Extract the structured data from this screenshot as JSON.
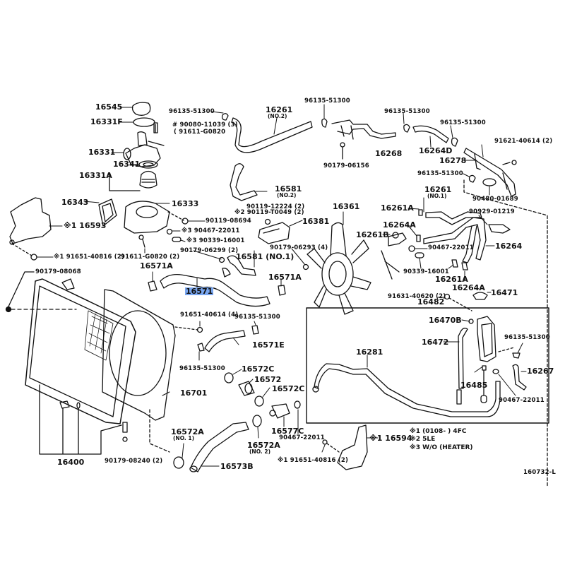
{
  "diagram": {
    "highlight_color": "#7aa7f0",
    "drawing_code": "160732-L",
    "highlighted_part": "16571",
    "labels": [
      {
        "id": "p16545",
        "text": "16545"
      },
      {
        "id": "p16331F",
        "text": "16331F"
      },
      {
        "id": "p16331",
        "text": "16331"
      },
      {
        "id": "p16341",
        "text": "16341"
      },
      {
        "id": "p16331A",
        "text": "16331A"
      },
      {
        "id": "p96135_a",
        "text": "96135-51300"
      },
      {
        "id": "p90080",
        "text": "# 90080-11039 (3)"
      },
      {
        "id": "p91611a",
        "text": "( 91611-G0820"
      },
      {
        "id": "p16261_2",
        "text": "16261"
      },
      {
        "id": "p16261_2n",
        "text": "(NO.2)"
      },
      {
        "id": "p96135_b",
        "text": "96135-51300"
      },
      {
        "id": "p16268",
        "text": "16268"
      },
      {
        "id": "p90179_06156",
        "text": "90179-06156"
      },
      {
        "id": "p96135_c",
        "text": "96135-51300"
      },
      {
        "id": "p96135_d",
        "text": "96135-51300"
      },
      {
        "id": "p16264D",
        "text": "16264D"
      },
      {
        "id": "p91621",
        "text": "91621-40614 (2)"
      },
      {
        "id": "p16278",
        "text": "16278"
      },
      {
        "id": "p96135_e",
        "text": "96135-51300"
      },
      {
        "id": "p90480",
        "text": "90480-01689"
      },
      {
        "id": "p16581_2",
        "text": "16581"
      },
      {
        "id": "p16581_2n",
        "text": "(NO.2)"
      },
      {
        "id": "p16343",
        "text": "16343"
      },
      {
        "id": "p16333",
        "text": "16333"
      },
      {
        "id": "p16593",
        "text": "※1 16593"
      },
      {
        "id": "p90119_08694",
        "text": "90119-08694"
      },
      {
        "id": "p90119_12224",
        "text": "90119-12224 (2)"
      },
      {
        "id": "p90119_T0049",
        "text": "※2 90119-T0049 (2)"
      },
      {
        "id": "p16381",
        "text": "16381"
      },
      {
        "id": "p16361",
        "text": "16361"
      },
      {
        "id": "p16261_1",
        "text": "16261"
      },
      {
        "id": "p16261_1n",
        "text": "(NO.1)"
      },
      {
        "id": "p16261A_a",
        "text": "16261A"
      },
      {
        "id": "p90929",
        "text": "90929-01219"
      },
      {
        "id": "p16264A_a",
        "text": "16264A"
      },
      {
        "id": "p16261B",
        "text": "16261B"
      },
      {
        "id": "p90467_a",
        "text": "90467-22011"
      },
      {
        "id": "p16264",
        "text": "16264"
      },
      {
        "id": "p90467_b",
        "text": "※3 90467-22011"
      },
      {
        "id": "p90339_a",
        "text": "※3 90339-16001"
      },
      {
        "id": "p91651_40816a",
        "text": "※1 91651-40816 (2)"
      },
      {
        "id": "p91611b",
        "text": "91611-G0820 (2)"
      },
      {
        "id": "p90179_06299",
        "text": "90179-06299 (2)"
      },
      {
        "id": "p16581_1",
        "text": "16581 (NO.1)"
      },
      {
        "id": "p90179_06293",
        "text": "90179-06293 (4)"
      },
      {
        "id": "p90339_b",
        "text": "90339-16001"
      },
      {
        "id": "p16261A_b",
        "text": "16261A"
      },
      {
        "id": "p16264A_b",
        "text": "16264A"
      },
      {
        "id": "p16471",
        "text": "16471"
      },
      {
        "id": "p90179_08068",
        "text": "90179-08068"
      },
      {
        "id": "p16571A_a",
        "text": "16571A"
      },
      {
        "id": "p16571",
        "text": "16571"
      },
      {
        "id": "p16571A_b",
        "text": "16571A"
      },
      {
        "id": "p91631",
        "text": "91631-40620 (2)"
      },
      {
        "id": "p16482",
        "text": "16482"
      },
      {
        "id": "p16470B",
        "text": "16470B"
      },
      {
        "id": "p16472",
        "text": "16472"
      },
      {
        "id": "p96135_f",
        "text": "96135-51300"
      },
      {
        "id": "p16281",
        "text": "16281"
      },
      {
        "id": "p16267",
        "text": "16267"
      },
      {
        "id": "p16485",
        "text": "16485"
      },
      {
        "id": "p90467_c",
        "text": "90467-22011"
      },
      {
        "id": "p91651_40614",
        "text": "91651-40614 (4)"
      },
      {
        "id": "p96135_g",
        "text": "96135-51300"
      },
      {
        "id": "p16571E",
        "text": "16571E"
      },
      {
        "id": "p96135_h",
        "text": "96135-51300"
      },
      {
        "id": "p16572C_a",
        "text": "16572C"
      },
      {
        "id": "p16572",
        "text": "16572"
      },
      {
        "id": "p16572C_b",
        "text": "16572C"
      },
      {
        "id": "p16701",
        "text": "16701"
      },
      {
        "id": "p16577C",
        "text": "16577C"
      },
      {
        "id": "p90467_d",
        "text": "90467-22011"
      },
      {
        "id": "p16572A_1",
        "text": "16572A"
      },
      {
        "id": "p16572A_1n",
        "text": "(NO. 1)"
      },
      {
        "id": "p16572A_2",
        "text": "16572A"
      },
      {
        "id": "p16572A_2n",
        "text": "(NO. 2)"
      },
      {
        "id": "p16594",
        "text": "※1 16594"
      },
      {
        "id": "p91651_40816b",
        "text": "※1 91651-40816 (2)"
      },
      {
        "id": "p16573B",
        "text": "16573B"
      },
      {
        "id": "p16400",
        "text": "16400"
      },
      {
        "id": "p90179_08240",
        "text": "90179-08240 (2)"
      }
    ],
    "notes": [
      {
        "mark": "※1",
        "text": "(0108-        ) 4FC"
      },
      {
        "mark": "※2",
        "text": "5LE"
      },
      {
        "mark": "※3",
        "text": "W/O (HEATER)"
      }
    ]
  }
}
